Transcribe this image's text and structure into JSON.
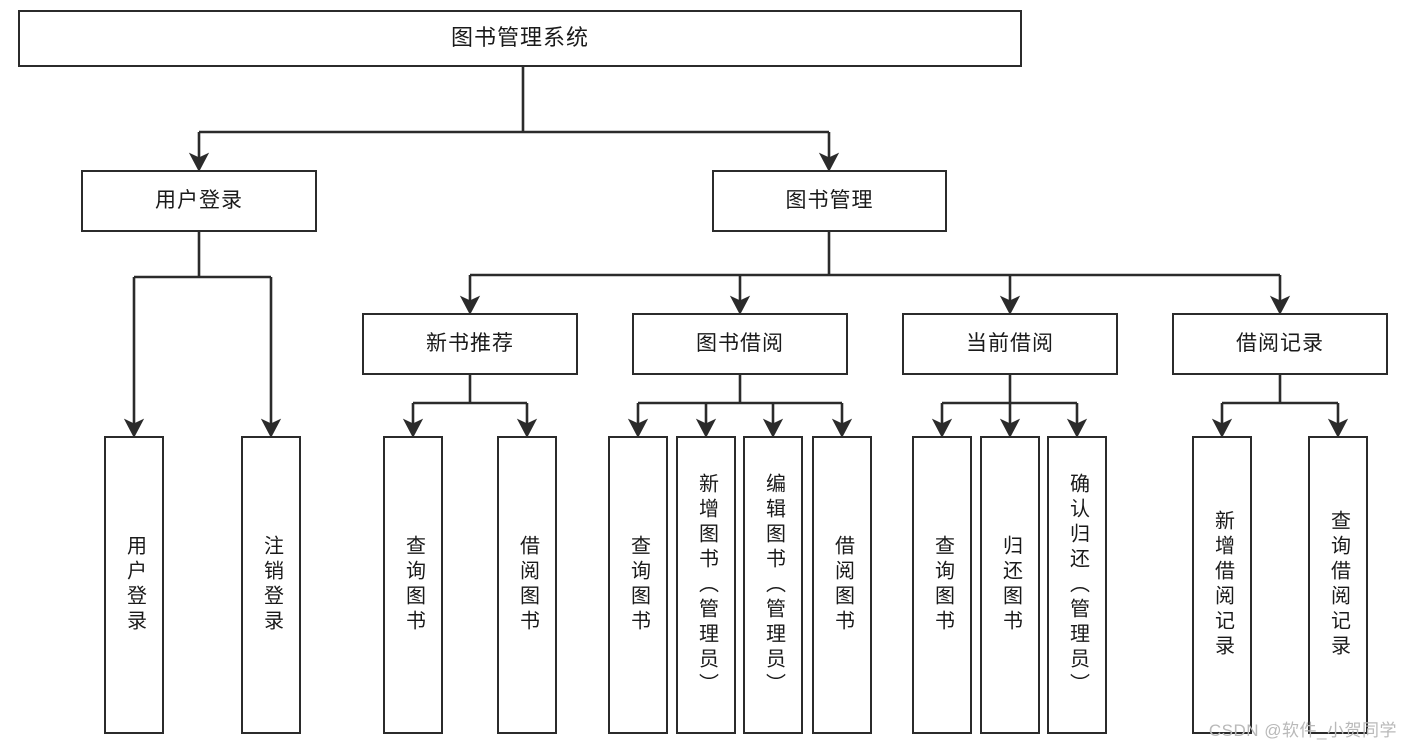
{
  "diagram": {
    "kind": "tree-hierarchy",
    "title": "图书管理系统",
    "watermark": "CSDN @软件_小贺同学",
    "colors": {
      "stroke": "#2b2b2b",
      "fill": "#ffffff",
      "text": "#1a1a1a",
      "watermark": "#b9b9b9"
    },
    "nodes": {
      "root": {
        "label": "图书管理系统"
      },
      "level2": [
        {
          "label": "用户登录"
        },
        {
          "label": "图书管理"
        }
      ],
      "level3": [
        {
          "label": "新书推荐"
        },
        {
          "label": "图书借阅"
        },
        {
          "label": "当前借阅"
        },
        {
          "label": "借阅记录"
        }
      ],
      "leaves_user_login": [
        {
          "label": "用户登录"
        },
        {
          "label": "注销登录"
        }
      ],
      "leaves_new_book": [
        {
          "label": "查询图书"
        },
        {
          "label": "借阅图书"
        }
      ],
      "leaves_borrow": [
        {
          "label": "查询图书"
        },
        {
          "label": "新增图书（管理员）"
        },
        {
          "label": "编辑图书（管理员）"
        },
        {
          "label": "借阅图书"
        }
      ],
      "leaves_current": [
        {
          "label": "查询图书"
        },
        {
          "label": "归还图书"
        },
        {
          "label": "确认归还（管理员）"
        }
      ],
      "leaves_record": [
        {
          "label": "新增借阅记录"
        },
        {
          "label": "查询借阅记录"
        }
      ]
    }
  }
}
